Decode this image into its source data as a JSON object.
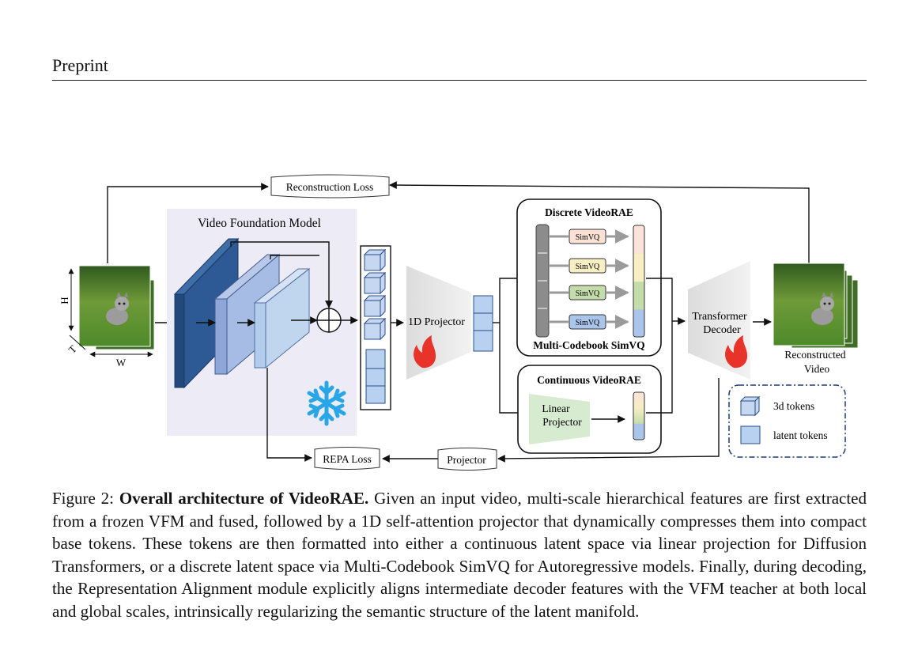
{
  "header": {
    "label": "Preprint"
  },
  "figure": {
    "reconstruction_loss": "Reconstruction Loss",
    "vfm_title": "Video Foundation Model",
    "dim_h": "H",
    "dim_t": "T",
    "dim_w": "W",
    "projector_1d": "1D Projector",
    "discrete_title": "Discrete VideoRAE",
    "simvq": [
      "SimVQ",
      "SimVQ",
      "SimVQ",
      "SimVQ"
    ],
    "multi_codebook": "Multi-Codebook SimVQ",
    "continuous_title": "Continuous VideoRAE",
    "linear_projector": [
      "Linear",
      "Projector"
    ],
    "transformer_decoder": [
      "Transformer",
      "Decoder"
    ],
    "reconstructed_video": [
      "Reconstructed",
      "Video"
    ],
    "legend_3d": "3d tokens",
    "legend_latent": "latent tokens",
    "repa_loss": "REPA Loss",
    "projector": "Projector",
    "colors": {
      "vfm_bg": "#ecebf6",
      "dark_blue": "#2d5a94",
      "mid_blue": "#a7bce4",
      "light_blue": "#c0d5ee",
      "fire": "#e8332a",
      "snow": "#29a6e6",
      "legend_border": "#1d3a7a"
    }
  },
  "caption": {
    "prefix": "Figure 2:",
    "title": "Overall architecture of VideoRAE.",
    "body": "Given an input video, multi-scale hierarchical features are first extracted from a frozen VFM and fused, followed by a 1D self-attention projector that dynamically compresses them into compact base tokens. These tokens are then formatted into either a continuous latent space via linear projection for Diffusion Transformers, or a discrete latent space via Multi-Codebook SimVQ for Autoregressive models. Finally, during decoding, the Representation Alignment module explicitly aligns intermediate decoder features with the VFM teacher at both local and global scales, intrinsically regularizing the semantic structure of the latent manifold."
  }
}
